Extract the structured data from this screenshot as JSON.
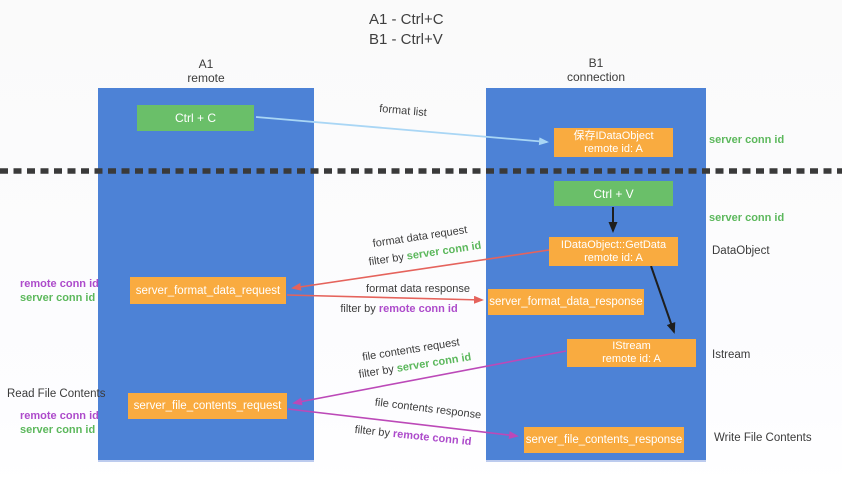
{
  "title": {
    "line1": "A1 - Ctrl+C",
    "line2": "B1 - Ctrl+V"
  },
  "lanes": {
    "left": {
      "id": "A1",
      "name": "remote"
    },
    "right": {
      "id": "B1",
      "name": "connection"
    }
  },
  "nodes": {
    "ctrl_c": {
      "label": "Ctrl + C"
    },
    "save_dataobject": {
      "line1": "保存IDataObject",
      "line2": "remote id: A"
    },
    "ctrl_v": {
      "label": "Ctrl + V"
    },
    "getdata": {
      "line1": "IDataObject::GetData",
      "line2": "remote id: A"
    },
    "istream": {
      "line1": "IStream",
      "line2": "remote id: A"
    },
    "server_format_data_request": {
      "label": "server_format_data_request"
    },
    "server_format_data_response": {
      "label": "server_format_data_response"
    },
    "server_file_contents_request": {
      "label": "server_file_contents_request"
    },
    "server_file_contents_response": {
      "label": "server_file_contents_response"
    }
  },
  "side_labels": {
    "server_conn_id_top": "server conn id",
    "server_conn_id_mid": "server conn id",
    "dataobject": "DataObject",
    "istream": "Istream",
    "read_file_contents": "Read File Contents",
    "write_file_contents": "Write File Contents",
    "group1": {
      "remote": "remote conn id",
      "server": "server conn id"
    },
    "group2": {
      "remote": "remote conn id",
      "server": "server conn id"
    }
  },
  "arrow_labels": {
    "format_list": "format list",
    "format_data_request": "format data request",
    "format_data_response": "format data response",
    "file_contents_request": "file contents request",
    "file_contents_response": "file contents response",
    "filter_by": "filter by",
    "server_conn_id": "server conn id",
    "remote_conn_id": "remote conn id"
  },
  "colors": {
    "lane_blue": "#4d82d6",
    "node_green": "#6abf69",
    "node_orange": "#f9ab40",
    "accent_green": "#5cb85c",
    "accent_purple": "#ad4bcb",
    "arrow_red": "#e5635c",
    "arrow_magenta": "#bc49b8",
    "arrow_lightblue": "#a9d6f5",
    "arrow_black": "#1e1e1e",
    "divider_dash": "#3a3a3a"
  }
}
